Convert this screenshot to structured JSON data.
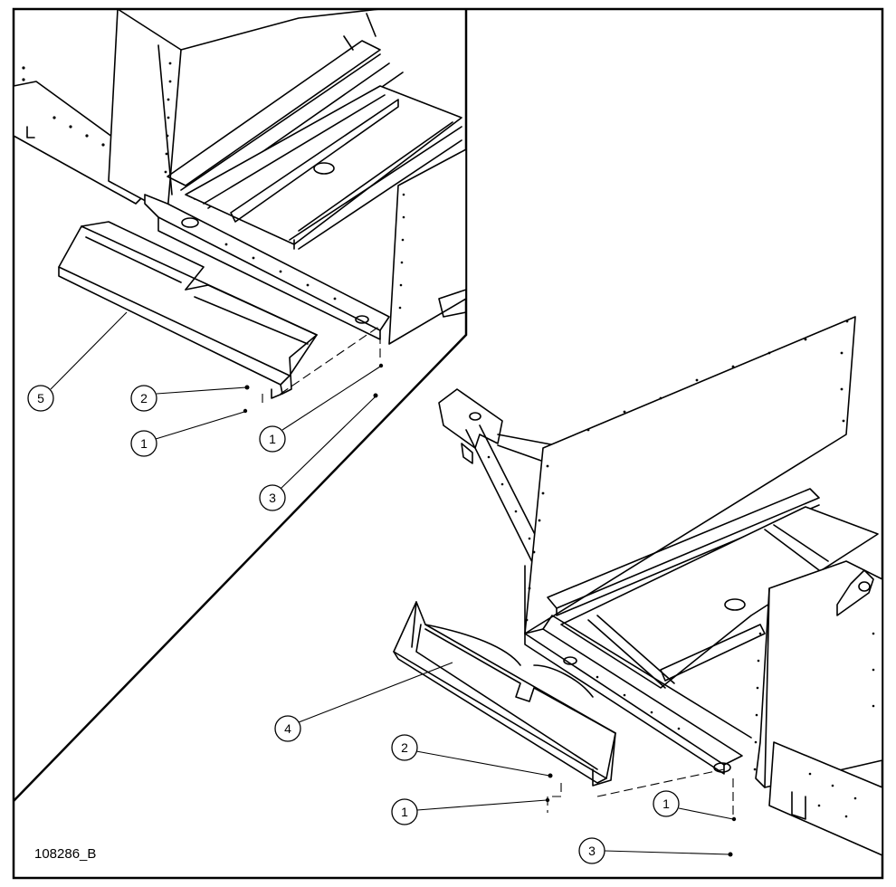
{
  "figure": {
    "reference_id": "108286_B"
  },
  "callouts": [
    {
      "label": "5",
      "view": "detail"
    },
    {
      "label": "2",
      "view": "detail"
    },
    {
      "label": "1",
      "view": "detail"
    },
    {
      "label": "1",
      "view": "detail"
    },
    {
      "label": "3",
      "view": "detail"
    },
    {
      "label": "4",
      "view": "main"
    },
    {
      "label": "2",
      "view": "main"
    },
    {
      "label": "1",
      "view": "main"
    },
    {
      "label": "1",
      "view": "main"
    },
    {
      "label": "3",
      "view": "main"
    }
  ]
}
